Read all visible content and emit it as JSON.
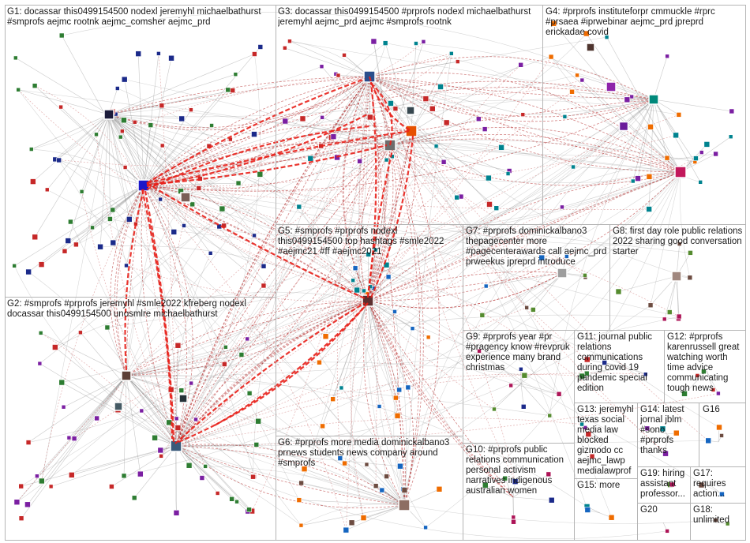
{
  "groups": [
    {
      "id": "G1",
      "label": "G1: docassar this0499154500 nodexl jeremyhl michaelbathurst #smprofs aejmc rootnk aejmc_comsher aejmc_prd"
    },
    {
      "id": "G2",
      "label": "G2: #smprofs #prprofs jeremyhl #smle2022 kfreberg nodexl docassar this0499154500 unosmlre michaelbathurst"
    },
    {
      "id": "G3",
      "label": "G3: docassar this0499154500 #prprofs nodexl michaelbathurst jeremyhl aejmc_prd aejmc #smprofs rootnk"
    },
    {
      "id": "G4",
      "label": "G4: #prprofs instituteforpr cmmuckle #rprc #prsaea #iprwebinar aejmc_prd jpreprd erickadae covid"
    },
    {
      "id": "G5",
      "label": "G5: #smprofs #prprofs nodexl this0499154500 top hashtags #smle2022 #aejmc21 #ff #aejmc2021"
    },
    {
      "id": "G6",
      "label": "G6: #prprofs more media dominickalbano3 prnews students news company around #smprofs"
    },
    {
      "id": "G7",
      "label": "G7: #prprofs dominickalbano3 thepagecenter more #pagecenterawards call aejmc_prd prweekus jpreprd introduce"
    },
    {
      "id": "G8",
      "label": "G8: first day role public relations 2022 sharing good conversation starter"
    },
    {
      "id": "G9",
      "label": "G9: #prprofs year #pr #pragency know #revpruk experience many brand christmas"
    },
    {
      "id": "G10",
      "label": "G10: #prprofs public relations communication personal activism narratives indigenous australian women"
    },
    {
      "id": "G11",
      "label": "G11: journal public relations communications during covid 19 pandemic special edition"
    },
    {
      "id": "G12",
      "label": "G12: #prprofs karenrussell great watching worth time advice communicating tough news"
    },
    {
      "id": "G13",
      "label": "G13: jeremyhl texas social media law blocked gizmodo cc aejmc_lawp medialawprof"
    },
    {
      "id": "G14",
      "label": "G14: latest jornal jblm #sono #prprofs thanks"
    },
    {
      "id": "G15",
      "label": "G15: more"
    },
    {
      "id": "G16",
      "label": "G16"
    },
    {
      "id": "G17",
      "label": "G17: requires action..."
    },
    {
      "id": "G18",
      "label": "G18: unlimited"
    },
    {
      "id": "G19",
      "label": "G19: hiring assistant professor..."
    },
    {
      "id": "G20",
      "label": "G20"
    }
  ],
  "colors": {
    "box_border": "#b5b5b5",
    "edge": "#888888",
    "edge_strong": "#b02020",
    "arrow": "#e8201a",
    "node_palette": [
      "#1b2a8a",
      "#2e7d32",
      "#c62828",
      "#7b1fa2",
      "#00838f",
      "#ef6c00",
      "#1565c0",
      "#6d4c41",
      "#558b2f",
      "#ad1457"
    ]
  }
}
